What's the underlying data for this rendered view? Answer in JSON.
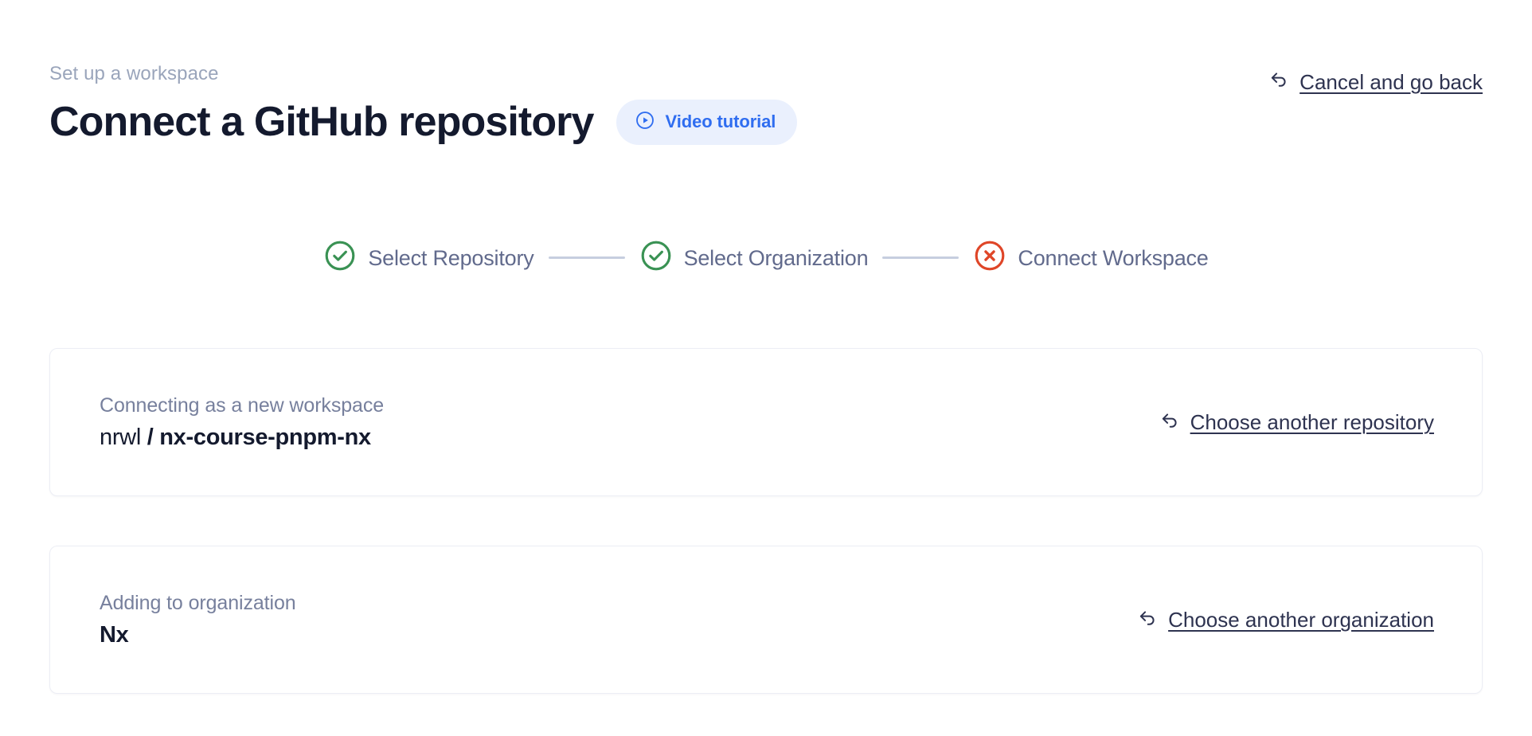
{
  "header": {
    "eyebrow": "Set up a workspace",
    "title": "Connect a GitHub repository",
    "video_badge": {
      "label": "Video tutorial",
      "icon": "play-circle-icon",
      "background": "#eaf0fd",
      "color": "#2f6df0"
    },
    "cancel_link": {
      "label": "Cancel and go back",
      "icon": "arrow-uturn-left-icon"
    }
  },
  "stepper": {
    "steps": [
      {
        "label": "Select Repository",
        "state": "complete",
        "icon": "check-circle-icon",
        "color": "#3a9254"
      },
      {
        "label": "Select Organization",
        "state": "complete",
        "icon": "check-circle-icon",
        "color": "#3a9254"
      },
      {
        "label": "Connect Workspace",
        "state": "error",
        "icon": "x-circle-icon",
        "color": "#df4628"
      }
    ],
    "connector_color": "#c6cedf",
    "label_color": "#616a8c"
  },
  "cards": [
    {
      "name": "repository",
      "caption": "Connecting as a new workspace",
      "value_owner": "nrwl",
      "value_separator": " / ",
      "value_repo": "nx-course-pnpm-nx",
      "action": {
        "label": "Choose another repository",
        "icon": "arrow-uturn-left-icon"
      }
    },
    {
      "name": "organization",
      "caption": "Adding to organization",
      "value": "Nx",
      "action": {
        "label": "Choose another organization",
        "icon": "arrow-uturn-left-icon"
      }
    }
  ]
}
